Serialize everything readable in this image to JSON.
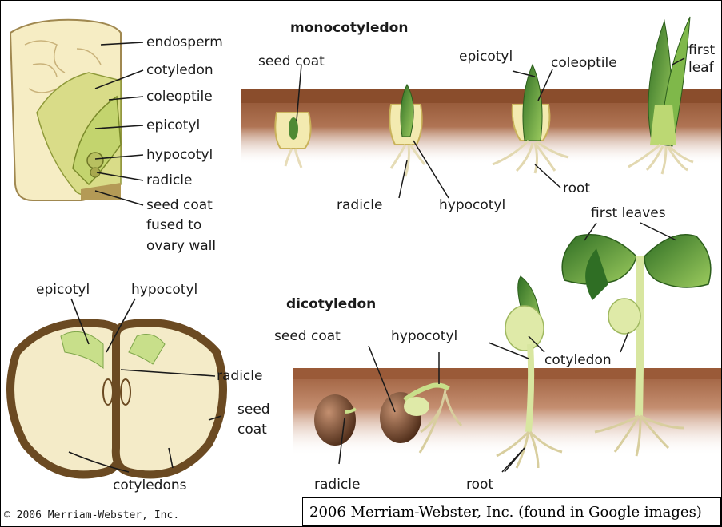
{
  "monocot": {
    "title": "monocotyledon",
    "section_labels": [
      "endosperm",
      "cotyledon",
      "coleoptile",
      "epicotyl",
      "hypocotyl",
      "radicle",
      "seed coat",
      "fused to",
      "ovary wall"
    ],
    "stage_labels": {
      "seed_coat": "seed coat",
      "epicotyl": "epicotyl",
      "coleoptile": "coleoptile",
      "first": "first",
      "leaf": "leaf",
      "radicle": "radicle",
      "hypocotyl": "hypocotyl",
      "root": "root"
    }
  },
  "dicot": {
    "title": "dicotyledon",
    "section_labels": {
      "epicotyl": "epicotyl",
      "hypocotyl": "hypocotyl",
      "radicle": "radicle",
      "seed": "seed",
      "coat": "coat",
      "cotyledons": "cotyledons"
    },
    "stage_labels": {
      "seed_coat": "seed coat",
      "hypocotyl": "hypocotyl",
      "cotyledon": "cotyledon",
      "first_leaves": "first leaves",
      "radicle": "radicle",
      "root": "root"
    }
  },
  "credits": {
    "image": "© 2006 Merriam-Webster, Inc.",
    "caption": "2006 Merriam-Webster, Inc. (found in Google images)"
  },
  "colors": {
    "soil": "#a0603a",
    "seed_fill": "#f3eab0",
    "seed_outline": "#6b4a22",
    "plant_light": "#c8df8a",
    "plant_dark": "#3e7d2a",
    "bean_dark": "#5a3420"
  }
}
